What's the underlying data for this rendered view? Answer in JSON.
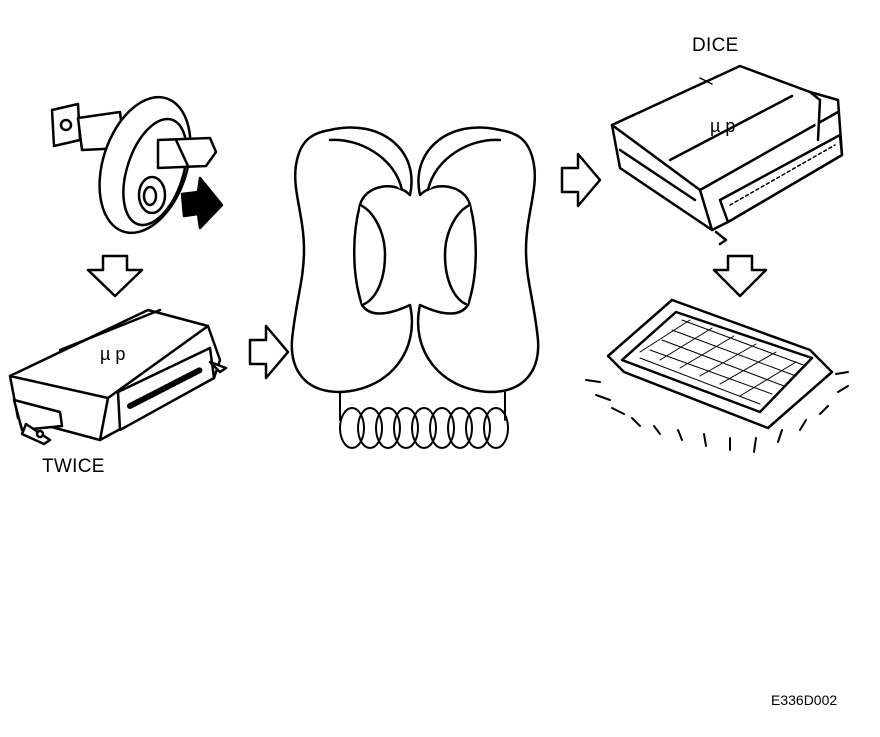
{
  "labels": {
    "left_unit": "TWICE",
    "right_unit": "DICE",
    "unit_marking": "µ p",
    "figure_code": "E336D002"
  },
  "icons": [
    "ignition-key-icon",
    "arrow-right-icon",
    "arrow-down-icon",
    "telephone-handset-icon",
    "control-module-icon",
    "display-panel-icon"
  ]
}
